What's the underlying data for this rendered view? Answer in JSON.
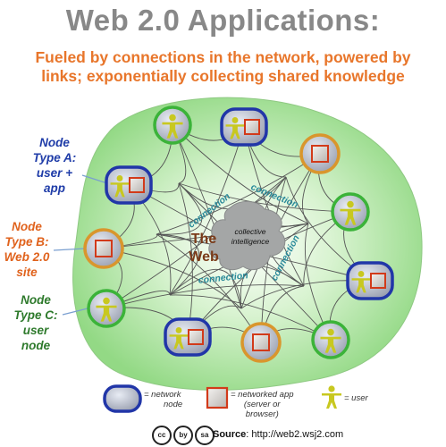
{
  "title": "Web 2.0 Applications:",
  "subtitle_line1": "Fueled by connections in the network, powered by",
  "subtitle_line2": "links; exponentially collecting shared knowledge",
  "node_type_a": [
    "Node",
    "Type A:",
    "user +",
    "app"
  ],
  "node_type_b": [
    "Node",
    "Type B:",
    "Web 2.0",
    "site"
  ],
  "node_type_c": [
    "Node",
    "Type C:",
    "user",
    "node"
  ],
  "center_label": [
    "The",
    "Web"
  ],
  "cloud_label": [
    "collective",
    "intelligence"
  ],
  "connection_label": "connection",
  "legend": {
    "network_node": [
      "= network",
      "node"
    ],
    "networked_app": [
      "= networked app",
      "(server or",
      "browser)"
    ],
    "user": "= user"
  },
  "cc_badges": [
    "cc",
    "by",
    "sa"
  ],
  "source_label": "Source",
  "source_url": "http://web2.wsj2.com",
  "colors": {
    "blob": "#a6e29a",
    "node_blue": "#2136a8",
    "node_orange": "#d9962d",
    "node_green": "#3bb339",
    "app_red": "#d23a1a",
    "user_yellow": "#c8c820",
    "title_gray": "#888888",
    "subtitle_orange": "#e8762b"
  }
}
